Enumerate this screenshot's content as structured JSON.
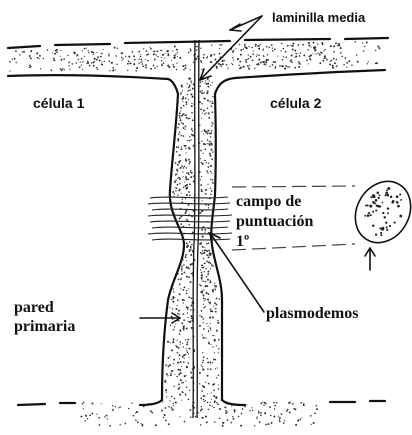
{
  "labels": {
    "middle_lamella": "laminilla media",
    "cell_1": "célula 1",
    "cell_2": "célula 2",
    "pit_field_line1": "campo de",
    "pit_field_line2": "puntuación",
    "pit_field_line3": "1º",
    "plasmodesmata": "plasmodemos",
    "primary_wall_line1": "pared",
    "primary_wall_line2": "primaria"
  },
  "colors": {
    "ink": "#111111",
    "background": "#ffffff"
  }
}
